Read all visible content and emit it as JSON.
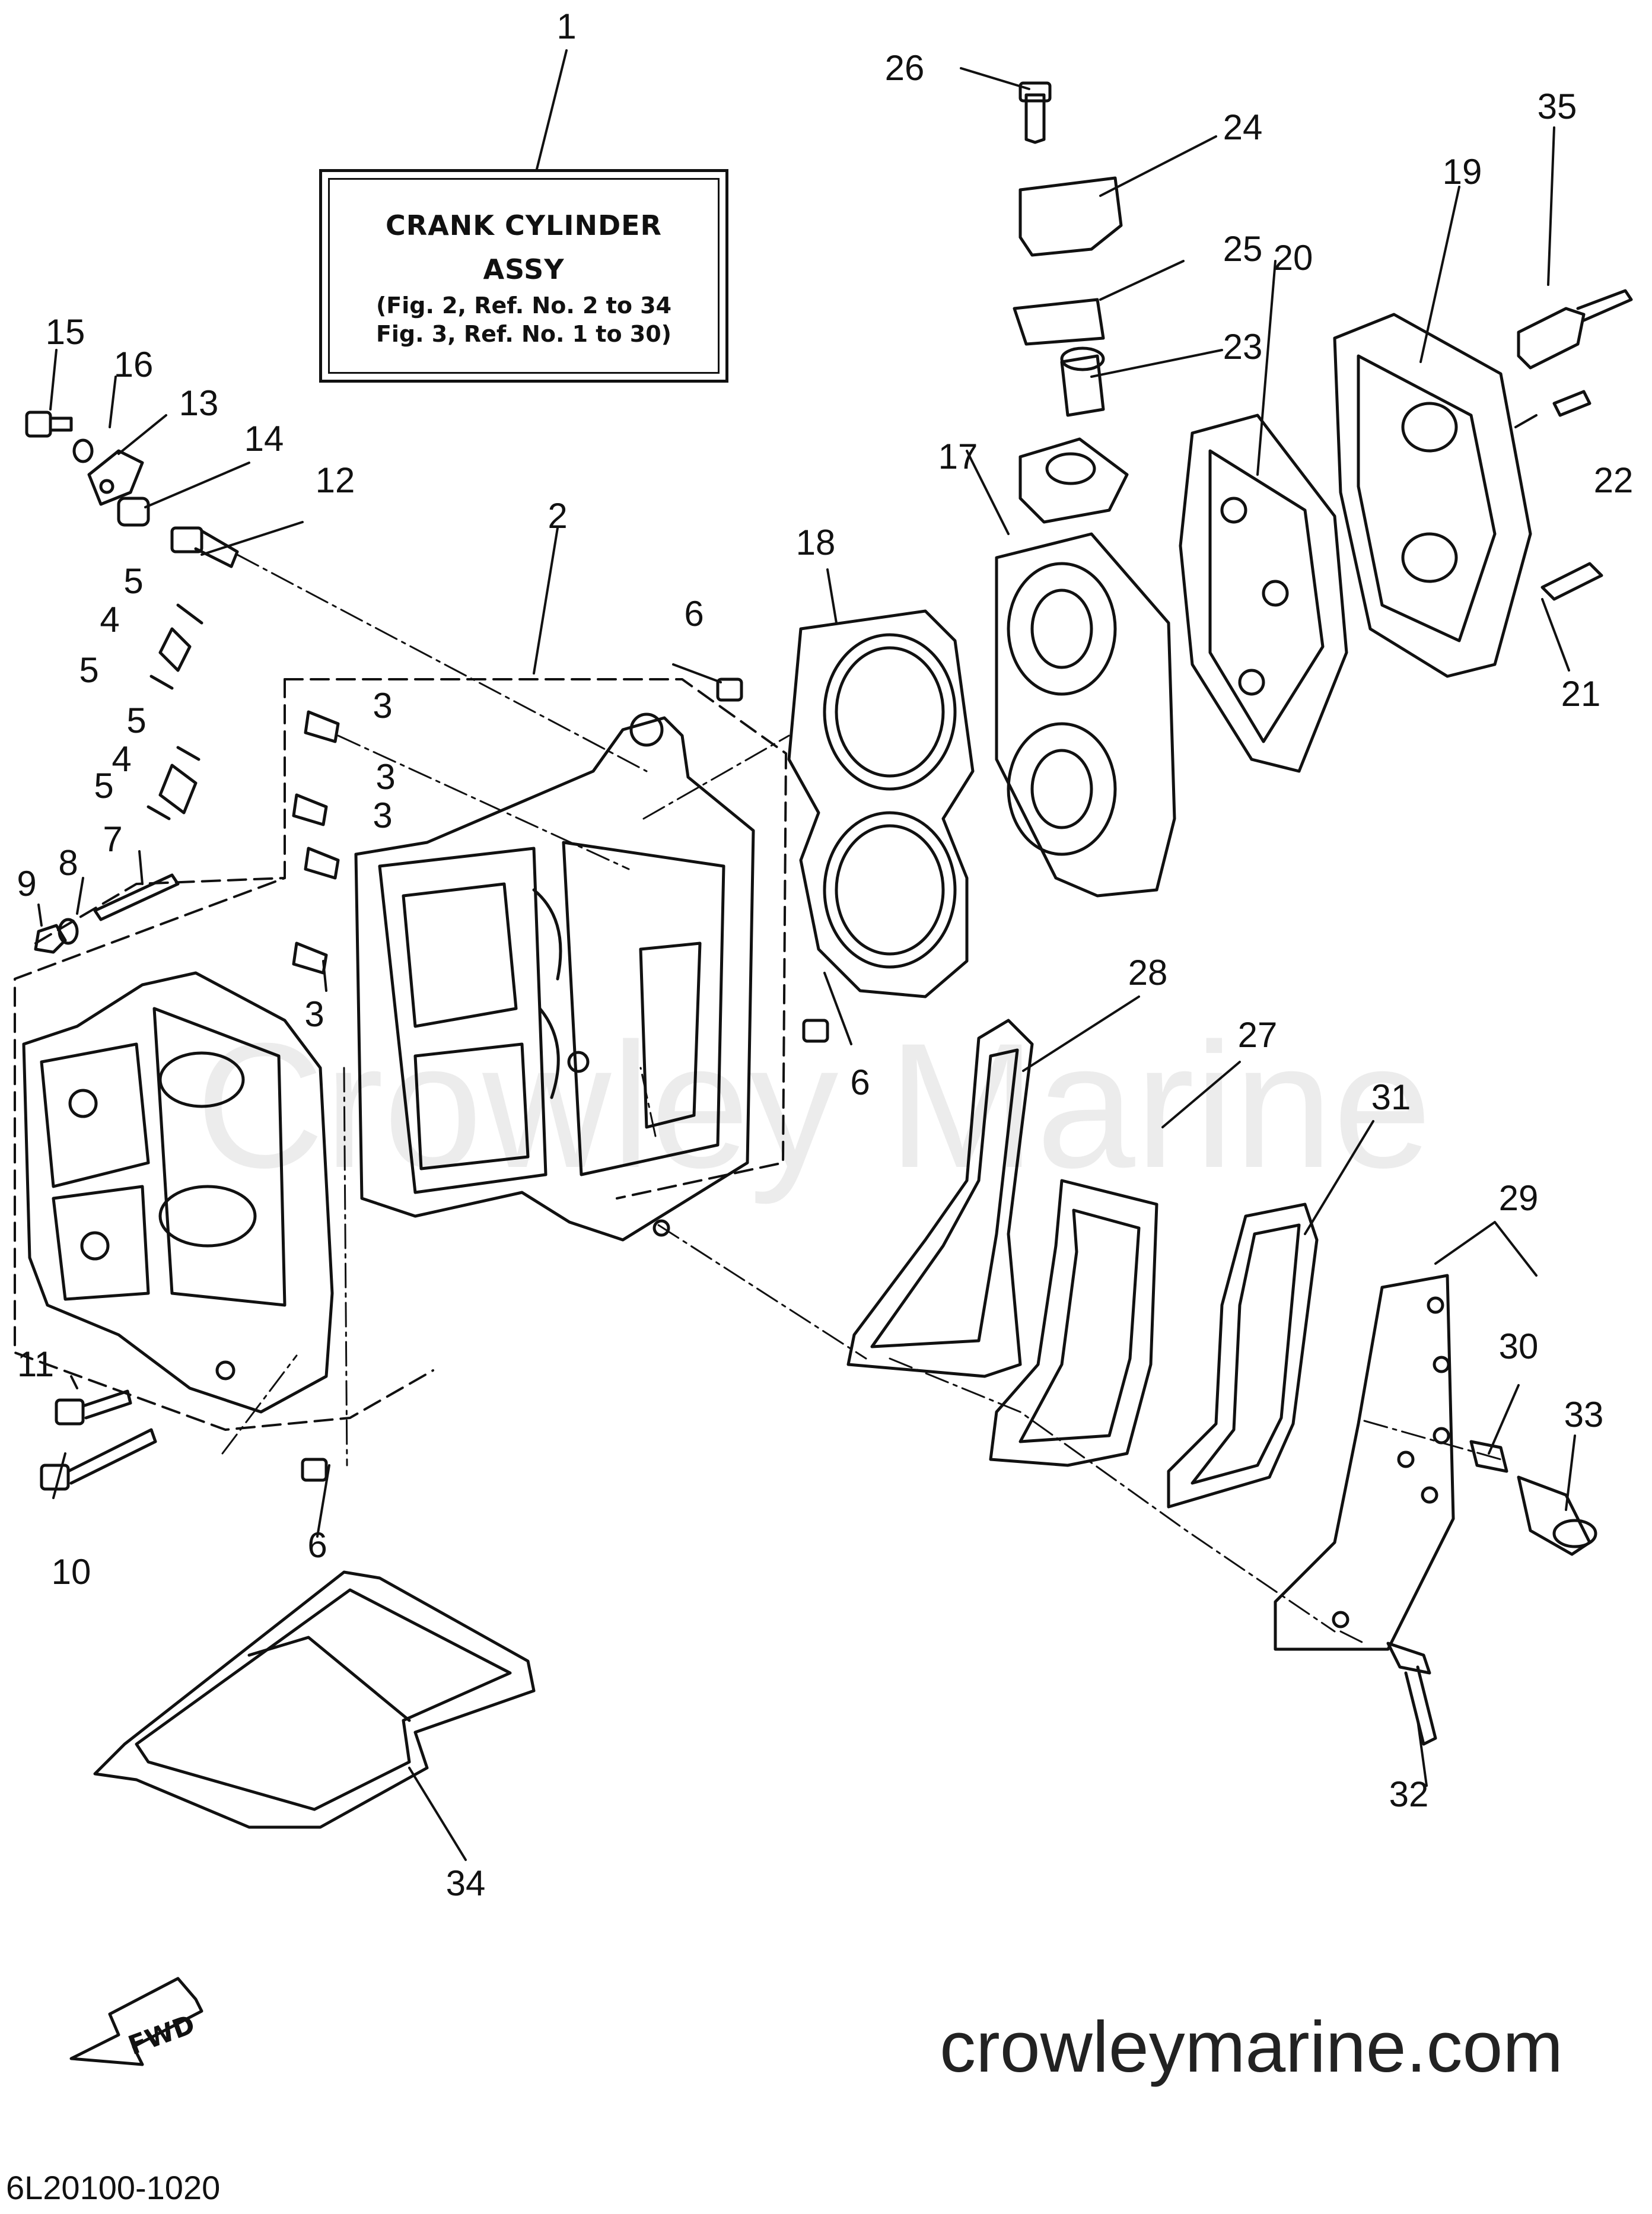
{
  "title_box": {
    "line1": "CRANK CYLINDER",
    "line2": "ASSY",
    "line3": "(Fig. 2, Ref. No. 2 to 34",
    "line4": "Fig. 3, Ref. No. 1 to 30)"
  },
  "labels": {
    "l1": "1",
    "l2": "2",
    "l3a": "3",
    "l3b": "3",
    "l3c": "3",
    "l3d": "3",
    "l4a": "4",
    "l4b": "4",
    "l5a": "5",
    "l5b": "5",
    "l5c": "5",
    "l5d": "5",
    "l6a": "6",
    "l6b": "6",
    "l6c": "6",
    "l7": "7",
    "l8": "8",
    "l9": "9",
    "l10": "10",
    "l11": "11",
    "l12": "12",
    "l13": "13",
    "l14": "14",
    "l15": "15",
    "l16": "16",
    "l17": "17",
    "l18": "18",
    "l19": "19",
    "l20": "20",
    "l21": "21",
    "l22": "22",
    "l23": "23",
    "l24": "24",
    "l25": "25",
    "l26": "26",
    "l27": "27",
    "l28": "28",
    "l29": "29",
    "l30": "30",
    "l31": "31",
    "l32": "32",
    "l33": "33",
    "l34": "34",
    "l35": "35"
  },
  "watermark": "Crowley Marine",
  "fwd": "FWD",
  "site_url": "crowleymarine.com",
  "drawing_code": "6L20100-1020"
}
